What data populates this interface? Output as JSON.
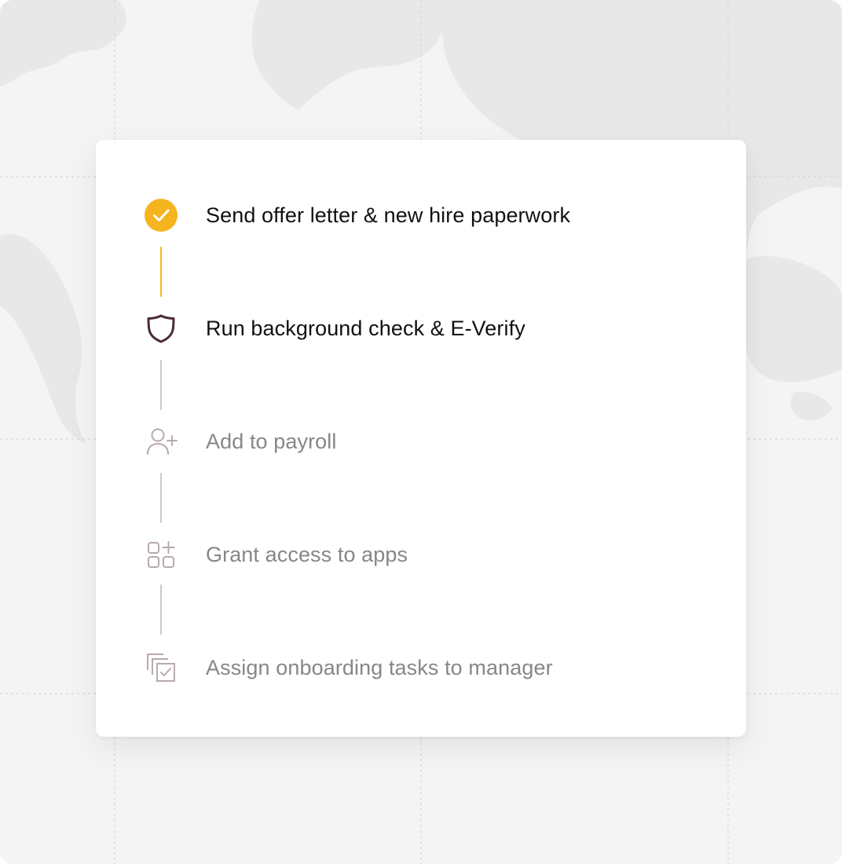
{
  "colors": {
    "accent": "#F6B41F",
    "active_text": "#111111",
    "inactive_text": "#8A8587",
    "active_icon": "#4A2B36",
    "inactive_icon": "#B8A9AF",
    "connector_inactive": "#CFC8CB"
  },
  "steps": [
    {
      "label": "Send offer letter & new hire paperwork",
      "icon": "check-circle-icon",
      "state": "complete"
    },
    {
      "label": "Run background check & E-Verify",
      "icon": "shield-icon",
      "state": "active"
    },
    {
      "label": "Add to payroll",
      "icon": "user-plus-icon",
      "state": "pending"
    },
    {
      "label": "Grant access to apps",
      "icon": "apps-grid-plus-icon",
      "state": "pending"
    },
    {
      "label": "Assign onboarding tasks to manager",
      "icon": "stacked-checklist-icon",
      "state": "pending"
    }
  ]
}
